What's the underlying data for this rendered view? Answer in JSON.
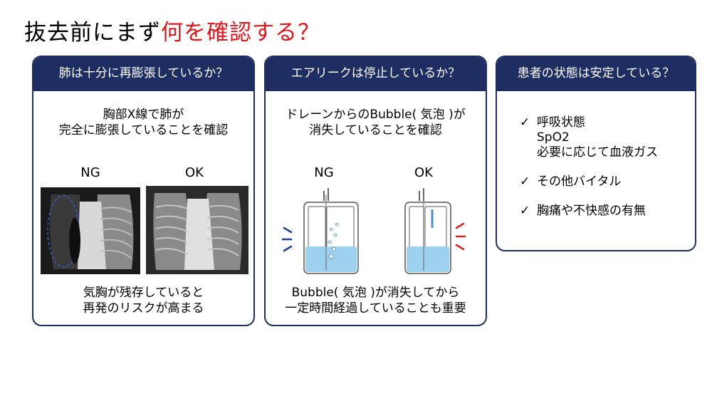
{
  "title": {
    "prefix": "抜去前にまず",
    "highlight": "何を確認する？"
  },
  "cards": [
    {
      "header": "肺は十分に再膨張しているか？",
      "desc": [
        "胸部X線で肺が",
        "完全に膨張していることを確認"
      ],
      "label_ng": "NG",
      "label_ok": "OK",
      "footer": [
        "気胸が残存していると",
        "再発のリスクが高まる"
      ]
    },
    {
      "header": "エアリークは停止しているか？",
      "desc": [
        "ドレーンからのBubble( 気泡 )が",
        "消失していることを確認"
      ],
      "label_ng": "NG",
      "label_ok": "OK",
      "footer": [
        "Bubble( 気泡 )が消失してから",
        "一定時間経過していることも重要"
      ]
    },
    {
      "header": "患者の状態は安定している？",
      "checks": [
        {
          "mark": "✓",
          "lines": [
            "呼吸状態",
            "SpO2",
            "必要に応じて血液ガス"
          ]
        },
        {
          "mark": "✓",
          "lines": [
            "その他バイタル"
          ]
        },
        {
          "mark": "✓",
          "lines": [
            "胸痛や不快感の有無"
          ]
        }
      ]
    }
  ]
}
